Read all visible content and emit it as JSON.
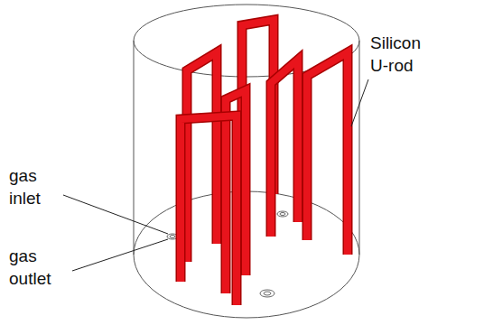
{
  "diagram": {
    "labels": [
      "Silicon U-rod",
      "gas inlet",
      "gas outlet"
    ]
  }
}
